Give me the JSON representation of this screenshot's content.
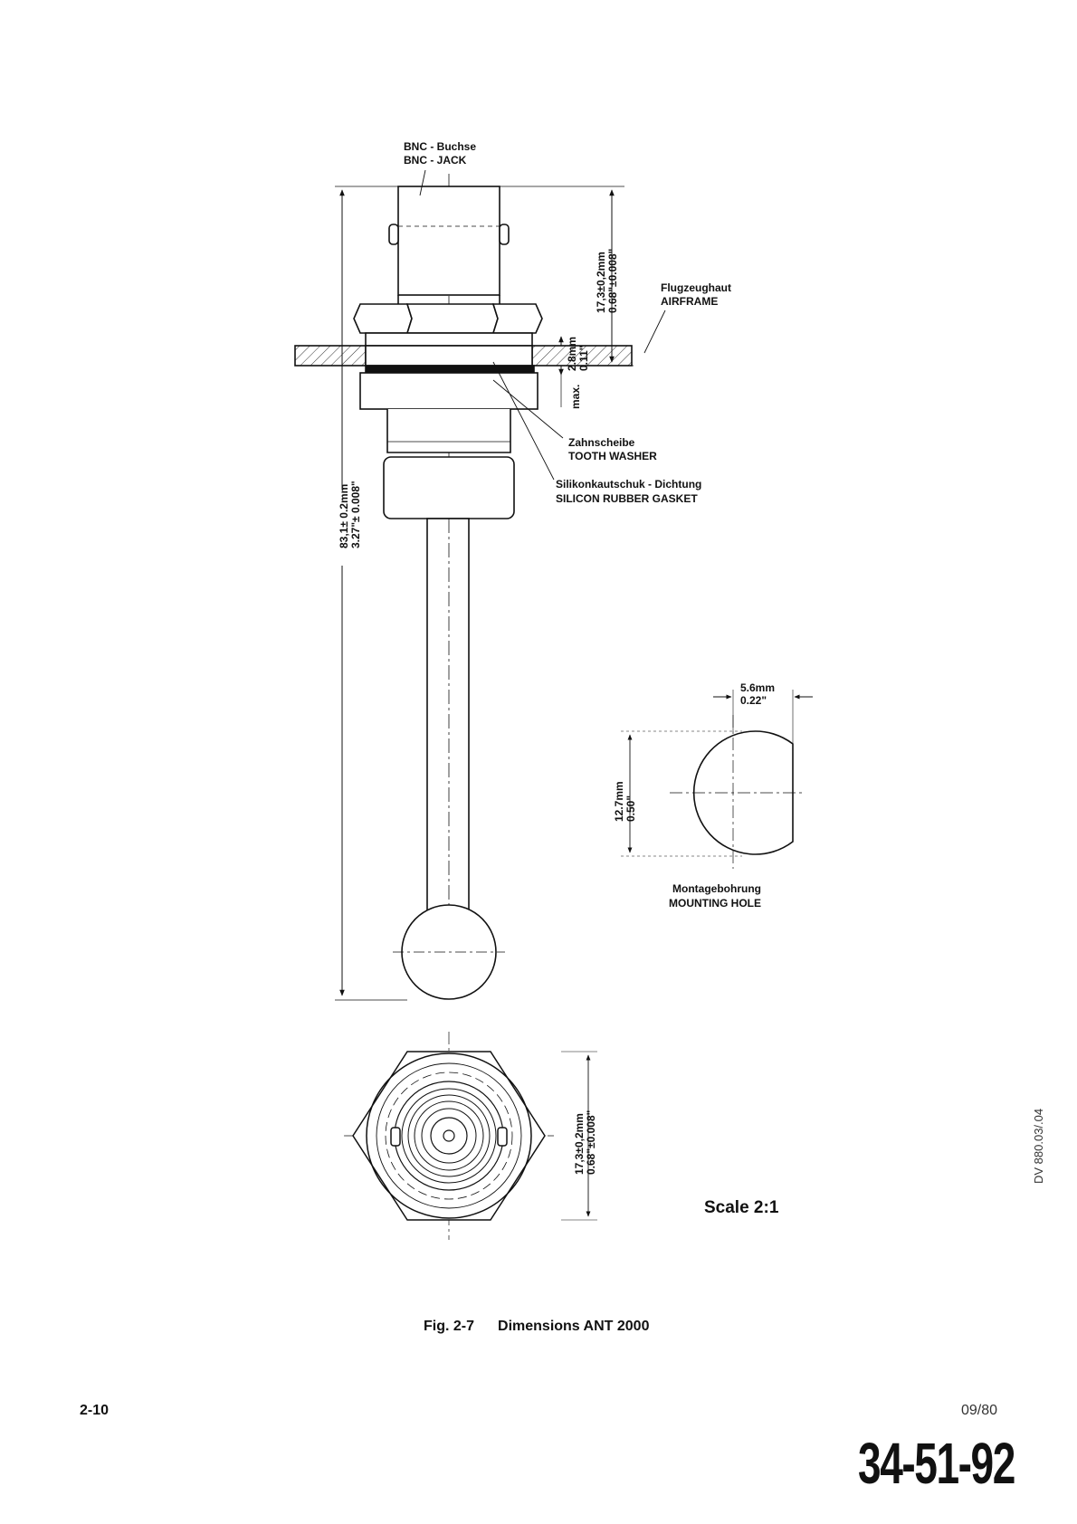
{
  "labels": {
    "bnc_de": "BNC - Buchse",
    "bnc_en": "BNC - JACK",
    "airframe_de": "Flugzeughaut",
    "airframe_en": "AIRFRAME",
    "washer_de": "Zahnscheibe",
    "washer_en": "TOOTH WASHER",
    "gasket_de": "Silikonkautschuk - Dichtung",
    "gasket_en": "SILICON RUBBER GASKET",
    "hole_de": "Montagebohrung",
    "hole_en": "MOUNTING HOLE"
  },
  "dimensions": {
    "overall_mm": "83,1± 0.2mm",
    "overall_in": "3.27\"± 0.008\"",
    "jack_mm": "17,3±0,2mm",
    "jack_in": "0.68\"±0.008\"",
    "thickness_mm": "2.8mm",
    "thickness_in": "0.11\"",
    "thickness_max": "max.",
    "hole_flat_mm": "5.6mm",
    "hole_flat_in": "0.22\"",
    "hole_dia_mm": "12.7mm",
    "hole_dia_in": "0.50\"",
    "hex_mm": "17,3±0,2mm",
    "hex_in": "0.68\"±0.008\""
  },
  "figure": {
    "number": "Fig. 2-7",
    "title": "Dimensions ANT 2000"
  },
  "scale": "Scale 2:1",
  "footer": {
    "page": "2-10",
    "date": "09/80",
    "doc_code": "34-51-92",
    "side_code": "DV 880.03/.04"
  }
}
